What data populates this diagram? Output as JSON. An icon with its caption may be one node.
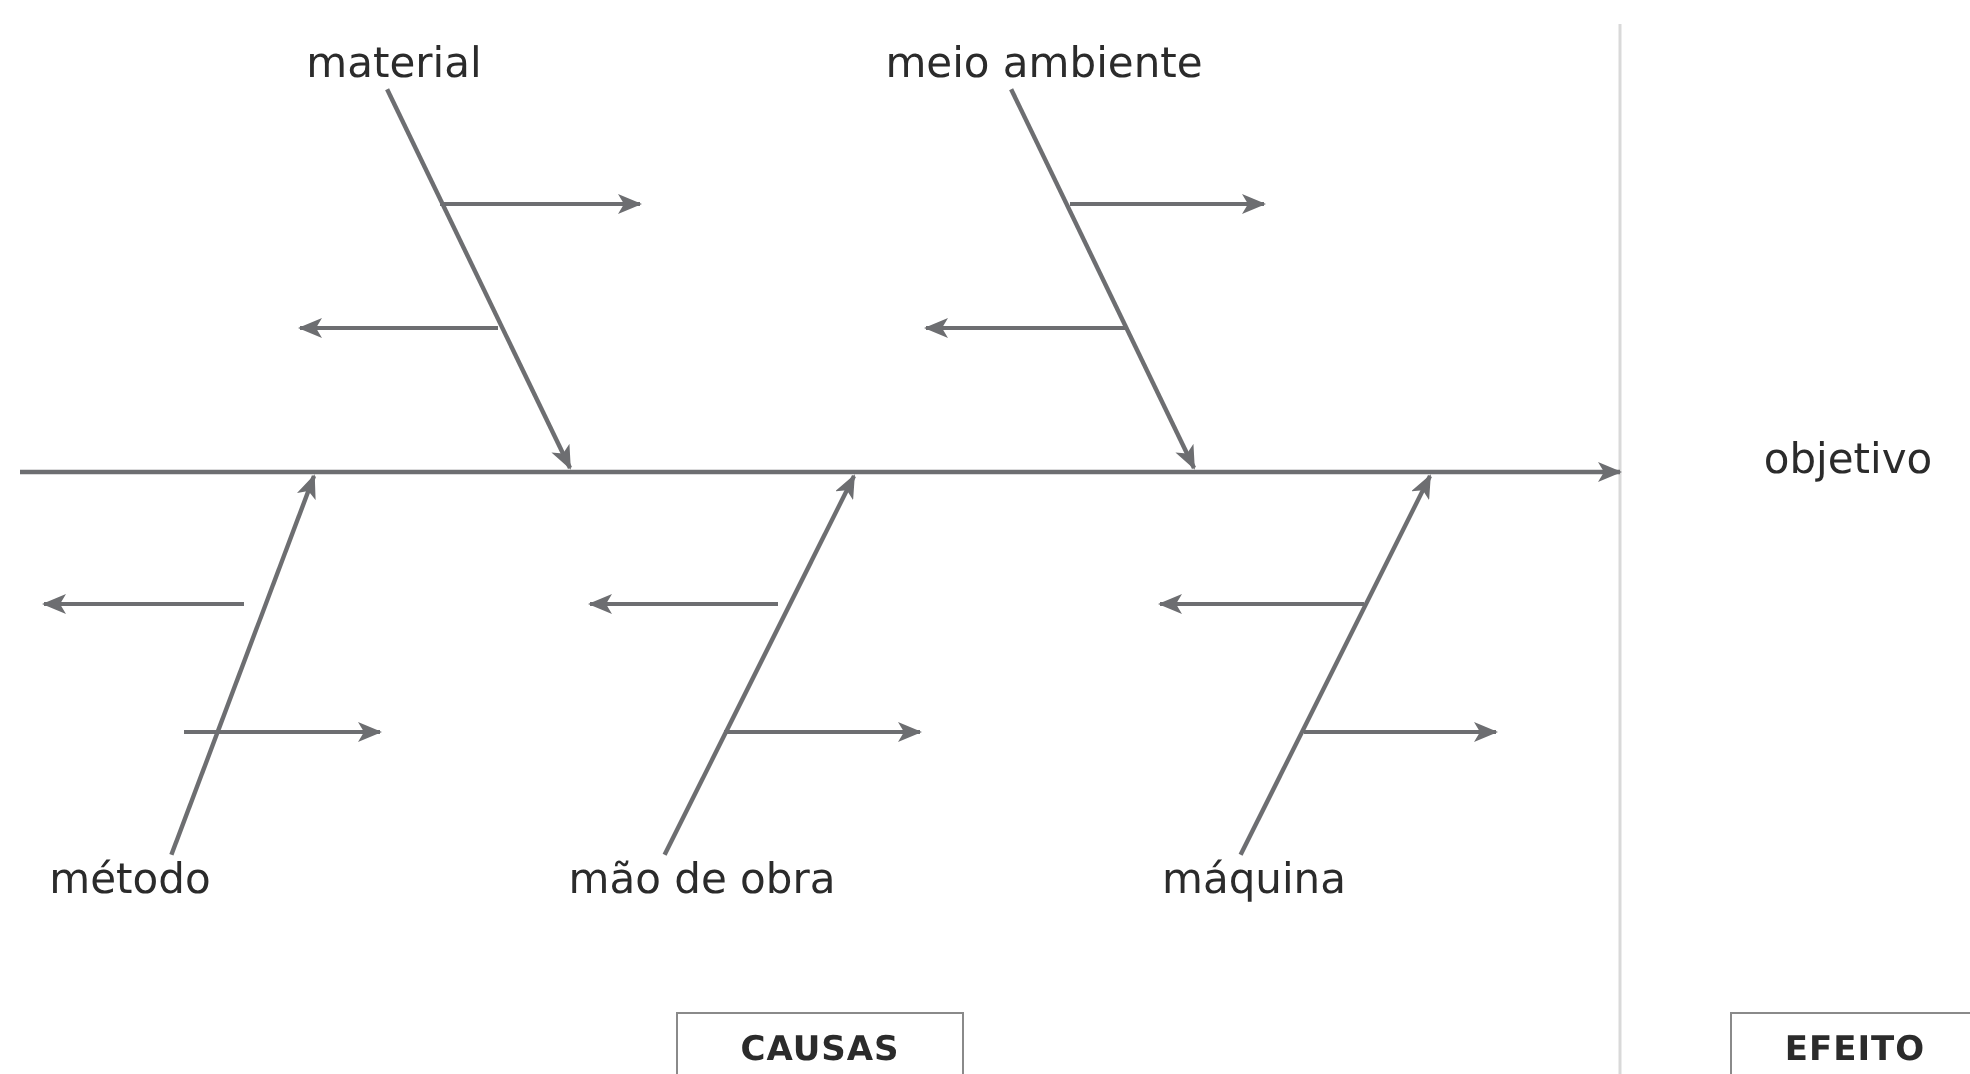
{
  "diagram": {
    "nodes": [
      {
        "text": [
          "material"
        ]
      },
      {
        "text": [
          "meio ambiente"
        ]
      },
      {
        "text": [
          "objetivo"
        ]
      },
      {
        "text": [
          "método"
        ]
      },
      {
        "text": [
          "mão de obra"
        ]
      },
      {
        "text": [
          "máquina"
        ]
      },
      {
        "text": [
          "CAUSAS"
        ]
      },
      {
        "text": [
          "EFEITO"
        ]
      }
    ],
    "edges": [
      {
        "from": 0,
        "to": null,
        "arrow": "to"
      },
      {
        "from": 1,
        "to": null,
        "arrow": "to"
      },
      {
        "from": 3,
        "to": null,
        "arrow": "to"
      },
      {
        "from": 4,
        "to": null,
        "arrow": "to"
      },
      {
        "from": 5,
        "to": null,
        "arrow": "to"
      }
    ]
  }
}
